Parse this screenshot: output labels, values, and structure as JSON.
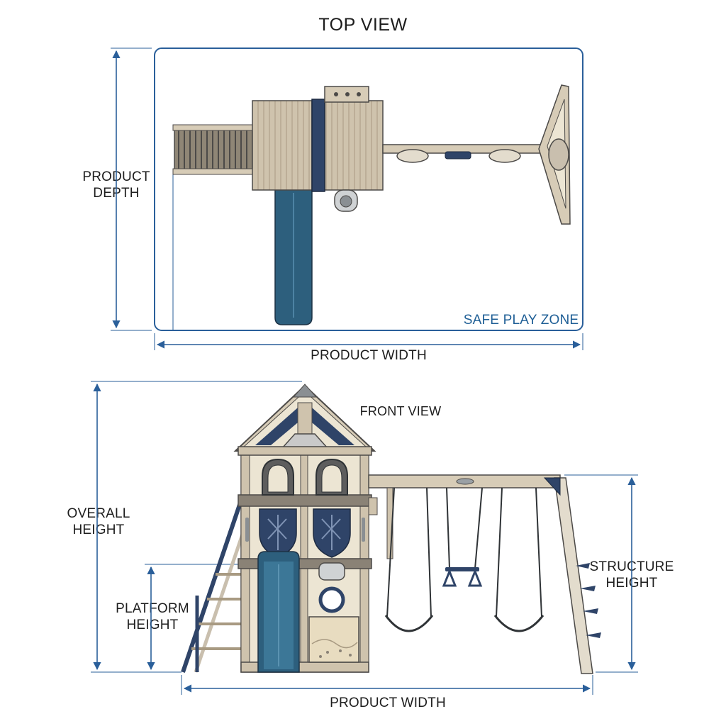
{
  "top_view": {
    "title": "TOP VIEW",
    "depth_label_line1": "PRODUCT",
    "depth_label_line2": "DEPTH",
    "zone_label": "SAFE PLAY ZONE",
    "width_label": "PRODUCT WIDTH"
  },
  "front_view": {
    "title": "FRONT VIEW",
    "overall_height_line1": "OVERALL",
    "overall_height_line2": "HEIGHT",
    "platform_height_line1": "PLATFORM",
    "platform_height_line2": "HEIGHT",
    "structure_height_line1": "STRUCTURE",
    "structure_height_line2": "HEIGHT",
    "width_label": "PRODUCT WIDTH"
  },
  "colors": {
    "dimension_line": "#2a5f9a",
    "wood": "#cfc3ad",
    "wood_dark": "#a89a82",
    "accent_navy": "#2f4468",
    "slide_teal": "#2d5f7d",
    "wall_cream": "#ece5d3"
  }
}
